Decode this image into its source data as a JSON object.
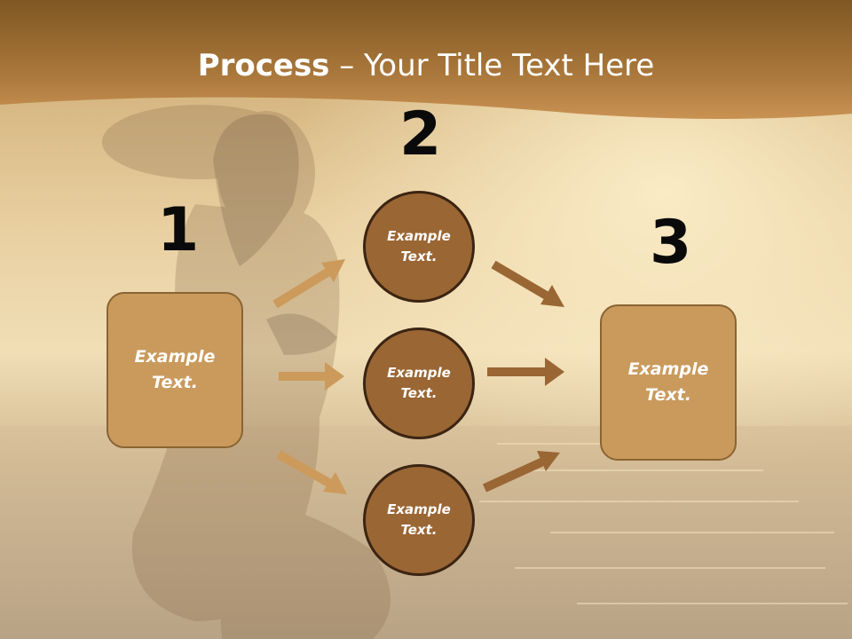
{
  "slide": {
    "title_bold": "Process",
    "title_rest": " – Your Title Text Here"
  },
  "steps": [
    {
      "number": "1"
    },
    {
      "number": "2"
    },
    {
      "number": "3"
    }
  ],
  "left_box": {
    "text": "Example\nText."
  },
  "circles": [
    {
      "text": "Example\nText."
    },
    {
      "text": "Example\nText."
    },
    {
      "text": "Example\nText."
    }
  ],
  "right_box": {
    "text": "Example\nText."
  },
  "colors": {
    "title_band": "#a3702f",
    "box_fill": "#c99a5c",
    "circle_fill": "#9a6634",
    "arrow_light": "#cc9a5a",
    "arrow_dark": "#9a6634"
  }
}
